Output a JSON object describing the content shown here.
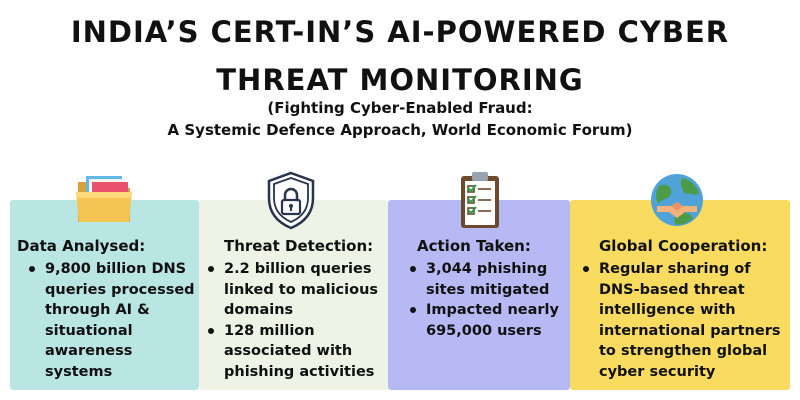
{
  "header": {
    "title": "INDIA’S CERT-IN’S AI-POWERED CYBER THREAT MONITORING",
    "subtitle_line1": "(Fighting Cyber-Enabled Fraud:",
    "subtitle_line2": "A Systemic Defence Approach, World Economic Forum)"
  },
  "cards": [
    {
      "heading": "Data Analysed:",
      "icon": "folder-icon",
      "color": "#b9e5e3",
      "items": [
        "9,800 billion DNS queries processed through AI & situational awareness systems"
      ]
    },
    {
      "heading": "Threat Detection:",
      "icon": "shield-lock-icon",
      "color": "#eef3e6",
      "items": [
        "2.2 billion queries linked to malicious domains",
        "128 million associated with phishing activities"
      ]
    },
    {
      "heading": "Action Taken:",
      "icon": "checklist-icon",
      "color": "#b7b9f5",
      "items": [
        "3,044 phishing sites mitigated",
        "Impacted nearly 695,000 users"
      ]
    },
    {
      "heading": "Global Cooperation:",
      "icon": "globe-handshake-icon",
      "color": "#f9dc5f",
      "items": [
        "Regular sharing of DNS-based threat intelligence with international partners to strengthen global cyber security"
      ]
    }
  ]
}
